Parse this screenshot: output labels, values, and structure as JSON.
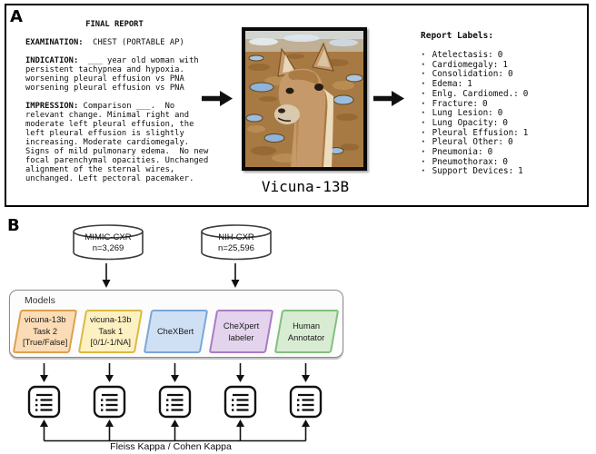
{
  "panel_a": {
    "label": "A",
    "report": {
      "title": "FINAL REPORT",
      "sections": [
        {
          "label": "EXAMINATION:",
          "text": "  CHEST (PORTABLE AP)"
        },
        {
          "label": "INDICATION:",
          "text": "  ___ year old woman with\npersistent tachypnea and hypoxia.\nworsening pleural effusion vs PNA\nworsening pleural effusion vs PNA"
        },
        {
          "label": "IMPRESSION:",
          "text": " Comparison ___.  No\nrelevant change. Minimal right and\nmoderate left pleural effusion, the\nleft pleural effusion is slightly\nincreasing. Moderate cardiomegaly.\nSigns of mild pulmonary edema.  No new\nfocal parenchymal opacities. Unchanged\nalignment of the sternal wires,\nunchanged. Left pectoral pacemaker."
        }
      ]
    },
    "model_caption": "Vicuna-13B",
    "report_labels": {
      "title": "Report Labels:",
      "items": [
        {
          "name": "Atelectasis:",
          "value": "0"
        },
        {
          "name": "Cardiomegaly:",
          "value": "1"
        },
        {
          "name": "Consolidation:",
          "value": "0"
        },
        {
          "name": "Edema:",
          "value": "1"
        },
        {
          "name": "Enlg. Cardiomed.:",
          "value": "0"
        },
        {
          "name": "Fracture:",
          "value": "0"
        },
        {
          "name": "Lung Lesion:",
          "value": "0"
        },
        {
          "name": "Lung Opacity:",
          "value": "0"
        },
        {
          "name": "Pleural Effusion:",
          "value": "1"
        },
        {
          "name": "Pleural Other:",
          "value": "0"
        },
        {
          "name": "Pneumonia:",
          "value": "0"
        },
        {
          "name": "Pneumothorax:",
          "value": "0"
        },
        {
          "name": "Support Devices:",
          "value": "1"
        }
      ]
    }
  },
  "panel_b": {
    "label": "B",
    "datasets": [
      {
        "name": "MIMIC-CXR",
        "n": "n=3,269"
      },
      {
        "name": "NIH-CXR",
        "n": "n=25,596"
      }
    ],
    "models_box": {
      "title": "Models"
    },
    "models": [
      {
        "name": "vicuna-13b\nTask 2\n[True/False]",
        "fill": "#fbdcb6",
        "border": "#dda04a"
      },
      {
        "name": "vicuna-13b\nTask 1\n[0/1/-1/NA]",
        "fill": "#fdf0c2",
        "border": "#dcb93e"
      },
      {
        "name": "CheXBert",
        "fill": "#cfe0f4",
        "border": "#79a7d8"
      },
      {
        "name": "CheXpert\nlabeler",
        "fill": "#e3d3ed",
        "border": "#a87cc5"
      },
      {
        "name": "Human\nAnnotator",
        "fill": "#d7ecd2",
        "border": "#81c07c"
      }
    ],
    "caption": "Fleiss Kappa / Cohen Kappa"
  },
  "icons": {
    "flow_arrow": "right-arrow",
    "dataset_shape": "database-cylinder",
    "output_icon": "report-list-document",
    "down_arrow": "down-arrow",
    "up_arrow": "up-arrow"
  },
  "colors": {
    "panel_border": "#000000",
    "models_box_border": "#8a8a8a",
    "arrow_black": "#111111"
  }
}
